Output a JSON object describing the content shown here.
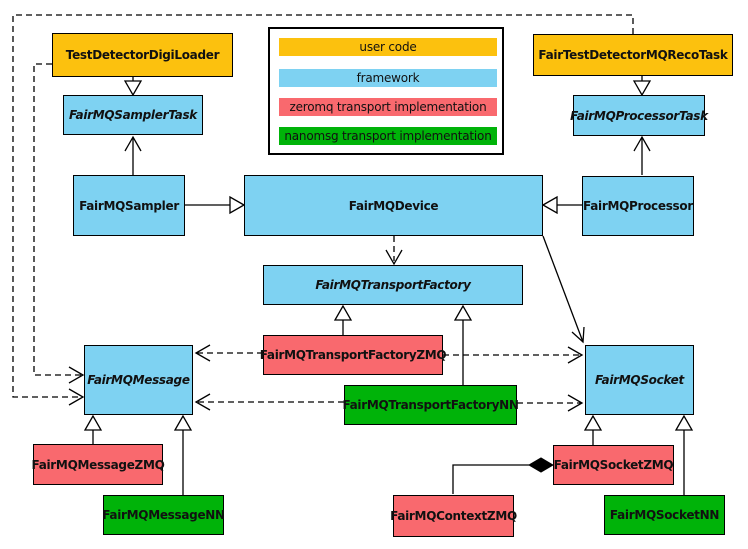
{
  "colors": {
    "user_code": "#FCC10E",
    "framework": "#7ED2F2",
    "zeromq": "#F9696E",
    "nanomsg": "#00B309"
  },
  "legend": {
    "items": [
      {
        "label": "user code",
        "type": "user_code"
      },
      {
        "label": "framework",
        "type": "framework"
      },
      {
        "label": "zeromq transport implementation",
        "type": "zeromq"
      },
      {
        "label": "nanomsg transport implementation",
        "type": "nanomsg"
      }
    ]
  },
  "nodes": {
    "testDetectorDigiLoader": {
      "label": "TestDetectorDigiLoader",
      "type": "user_code",
      "abstract": false
    },
    "fairTestDetectorMQRecoTask": {
      "label": "FairTestDetectorMQRecoTask",
      "type": "user_code",
      "abstract": false
    },
    "fairMQSamplerTask": {
      "label": "FairMQSamplerTask",
      "type": "framework",
      "abstract": true
    },
    "fairMQProcessorTask": {
      "label": "FairMQProcessorTask",
      "type": "framework",
      "abstract": true
    },
    "fairMQSampler": {
      "label": "FairMQSampler",
      "type": "framework",
      "abstract": false
    },
    "fairMQDevice": {
      "label": "FairMQDevice",
      "type": "framework",
      "abstract": false
    },
    "fairMQProcessor": {
      "label": "FairMQProcessor",
      "type": "framework",
      "abstract": false
    },
    "fairMQTransportFactory": {
      "label": "FairMQTransportFactory",
      "type": "framework",
      "abstract": true
    },
    "fairMQTransportFactoryZMQ": {
      "label": "FairMQTransportFactoryZMQ",
      "type": "zeromq",
      "abstract": false
    },
    "fairMQTransportFactoryNN": {
      "label": "FairMQTransportFactoryNN",
      "type": "nanomsg",
      "abstract": false
    },
    "fairMQMessage": {
      "label": "FairMQMessage",
      "type": "framework",
      "abstract": true
    },
    "fairMQSocket": {
      "label": "FairMQSocket",
      "type": "framework",
      "abstract": true
    },
    "fairMQMessageZMQ": {
      "label": "FairMQMessageZMQ",
      "type": "zeromq",
      "abstract": false
    },
    "fairMQMessageNN": {
      "label": "FairMQMessageNN",
      "type": "nanomsg",
      "abstract": false
    },
    "fairMQSocketZMQ": {
      "label": "FairMQSocketZMQ",
      "type": "zeromq",
      "abstract": false
    },
    "fairMQSocketNN": {
      "label": "FairMQSocketNN",
      "type": "nanomsg",
      "abstract": false
    },
    "fairMQContextZMQ": {
      "label": "FairMQContextZMQ",
      "type": "zeromq",
      "abstract": false
    }
  },
  "relationships": [
    {
      "from": "TestDetectorDigiLoader",
      "to": "FairMQSamplerTask",
      "kind": "inheritance"
    },
    {
      "from": "FairTestDetectorMQRecoTask",
      "to": "FairMQProcessorTask",
      "kind": "inheritance"
    },
    {
      "from": "FairMQSampler",
      "to": "FairMQDevice",
      "kind": "inheritance"
    },
    {
      "from": "FairMQProcessor",
      "to": "FairMQDevice",
      "kind": "inheritance"
    },
    {
      "from": "FairMQTransportFactoryZMQ",
      "to": "FairMQTransportFactory",
      "kind": "inheritance"
    },
    {
      "from": "FairMQTransportFactoryNN",
      "to": "FairMQTransportFactory",
      "kind": "inheritance"
    },
    {
      "from": "FairMQMessageZMQ",
      "to": "FairMQMessage",
      "kind": "inheritance"
    },
    {
      "from": "FairMQMessageNN",
      "to": "FairMQMessage",
      "kind": "inheritance"
    },
    {
      "from": "FairMQSocketZMQ",
      "to": "FairMQSocket",
      "kind": "inheritance"
    },
    {
      "from": "FairMQSocketNN",
      "to": "FairMQSocket",
      "kind": "inheritance"
    },
    {
      "from": "FairMQSampler",
      "to": "FairMQSamplerTask",
      "kind": "association"
    },
    {
      "from": "FairMQProcessor",
      "to": "FairMQProcessorTask",
      "kind": "association"
    },
    {
      "from": "FairMQDevice",
      "to": "FairMQSocket",
      "kind": "association"
    },
    {
      "from": "FairMQDevice",
      "to": "FairMQTransportFactory",
      "kind": "dependency"
    },
    {
      "from": "FairTestDetectorMQRecoTask",
      "to": "FairMQMessage",
      "kind": "dependency"
    },
    {
      "from": "TestDetectorDigiLoader",
      "to": "FairMQMessage",
      "kind": "dependency"
    },
    {
      "from": "FairMQTransportFactoryZMQ",
      "to": "FairMQMessage",
      "kind": "dependency"
    },
    {
      "from": "FairMQTransportFactoryNN",
      "to": "FairMQMessage",
      "kind": "dependency"
    },
    {
      "from": "FairMQTransportFactoryZMQ",
      "to": "FairMQSocket",
      "kind": "dependency"
    },
    {
      "from": "FairMQTransportFactoryNN",
      "to": "FairMQSocket",
      "kind": "dependency"
    },
    {
      "from": "FairMQContextZMQ",
      "to": "FairMQSocketZMQ",
      "kind": "composition"
    }
  ]
}
